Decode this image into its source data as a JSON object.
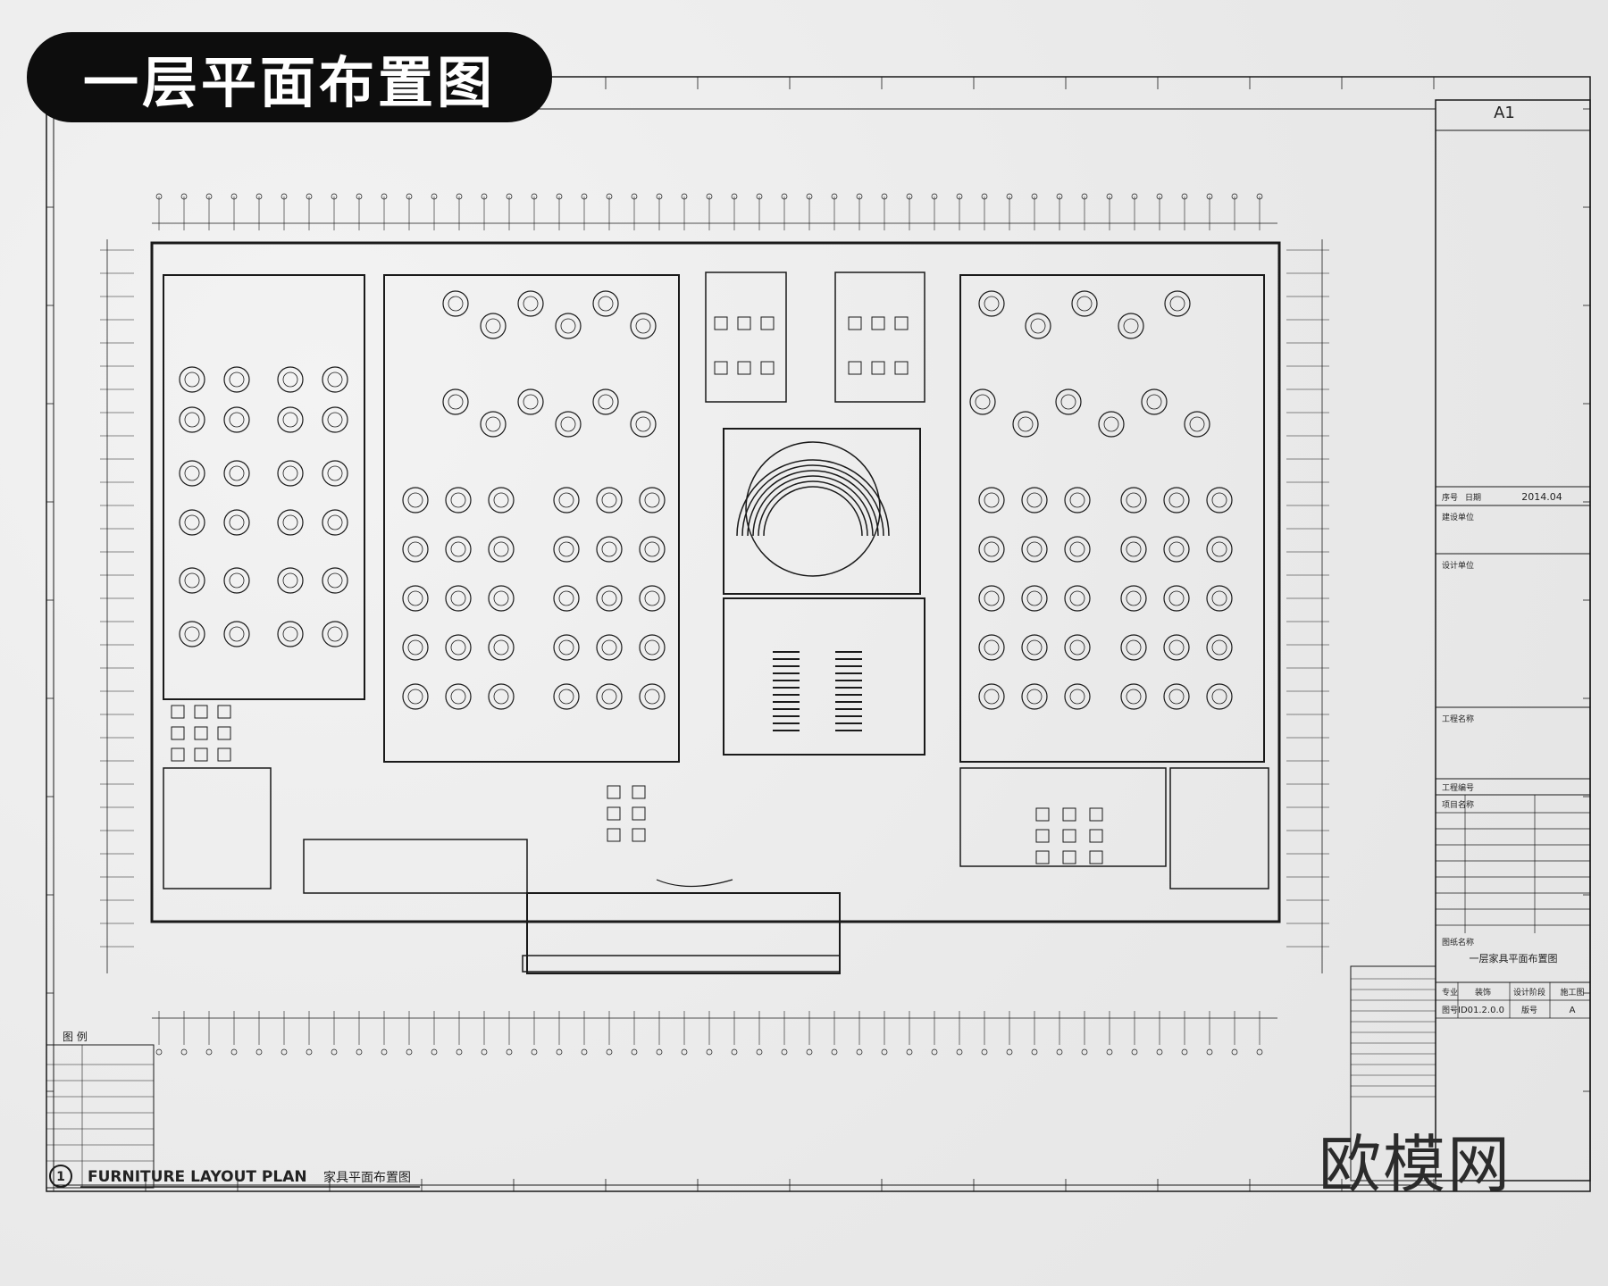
{
  "badge_title": "一层平面布置图",
  "plan_title": "FURNITURE LAYOUT PLAN",
  "plan_title_cn": "家具平面布置图",
  "plan_number": "1",
  "legend_title": "图 例",
  "title_block": {
    "sheet_size": "A1",
    "date_label": "日期",
    "seq_label": "序号",
    "date": "2014.04",
    "client_label": "建设单位",
    "design_label": "设计单位",
    "project_label": "工程名称",
    "project_no_label": "工程编号",
    "item_label": "项目名称",
    "drawing_name_label": "图纸名称",
    "drawing_name": "一层家具平面布置图",
    "discipline_label": "专业",
    "discipline": "装饰",
    "stage_label": "设计阶段",
    "stage": "施工图",
    "drawing_no_label": "图号",
    "drawing_no": "ID01.2.0.0",
    "version_label": "版号",
    "version": "A"
  },
  "watermark": "欧模网",
  "colors": {
    "line": "#1a1a1a",
    "paper": "#ededed",
    "badge": "#0d0d0d"
  }
}
